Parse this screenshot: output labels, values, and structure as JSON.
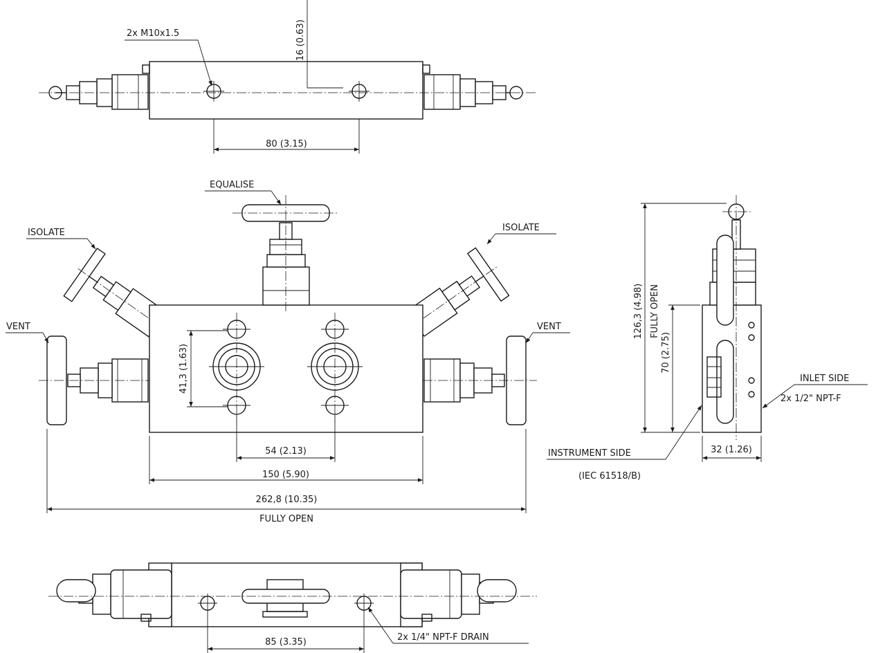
{
  "top_view": {
    "thread_callout": "2x M10x1.5",
    "offset_dim": "16 (0.63)",
    "hole_spacing_dim": "80 (3.15)"
  },
  "front_view": {
    "equalise_label": "EQUALISE",
    "isolate_left_label": "ISOLATE",
    "isolate_right_label": "ISOLATE",
    "vent_left_label": "VENT",
    "vent_right_label": "VENT",
    "port_height_dim": "41,3 (1.63)",
    "port_spacing_dim": "54 (2.13)",
    "body_width_dim": "150 (5.90)",
    "overall_width_dim": "262,8 (10.35)",
    "overall_width_note": "FULLY OPEN"
  },
  "side_view": {
    "overall_height_dim": "126,3 (4.98)",
    "overall_height_note": "FULLY OPEN",
    "body_height_dim": "70 (2.75)",
    "depth_dim": "32 (1.26)",
    "inlet_label": "INLET SIDE",
    "inlet_thread": "2x 1/2\" NPT-F",
    "instrument_label": "INSTRUMENT SIDE",
    "instrument_standard": "(IEC 61518/B)"
  },
  "bottom_view": {
    "drain_spacing_dim": "85 (3.35)",
    "drain_callout": "2x 1/4\" NPT-F DRAIN"
  }
}
